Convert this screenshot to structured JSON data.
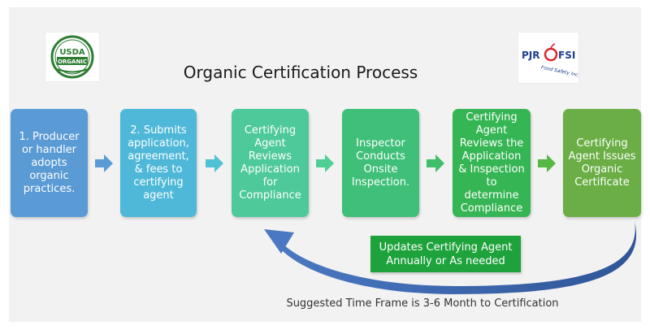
{
  "title": "Organic Certification Process",
  "logos": {
    "usda": {
      "line1": "USDA",
      "line2": "ORGANIC"
    },
    "pjr": {
      "left": "PJR",
      "right": "FSI",
      "tagline": "Food Safety Inc."
    }
  },
  "steps": [
    {
      "label": "1. Producer\nor handler\nadopts\norganic\npractices.",
      "color": "#5b9bd5"
    },
    {
      "label": "2. Submits\napplication,\nagreement,\n& fees to\ncertifying\nagent",
      "color": "#4fb8d8"
    },
    {
      "label": "Certifying\nAgent\nReviews\nApplication\nfor\nCompliance",
      "color": "#4ec99a"
    },
    {
      "label": "Inspector\nConducts\nOnsite\nInspection.",
      "color": "#3fbf78"
    },
    {
      "label": "Certifying\nAgent\nReviews the\nApplication\n& Inspection\nto determine\nCompliance",
      "color": "#35b553"
    },
    {
      "label": "Certifying\nAgent Issues\nOrganic\nCertificate",
      "color": "#6aae45"
    }
  ],
  "arrow_colors": [
    "#5b9bd5",
    "#4fc3d4",
    "#4fcf95",
    "#3fbf6a",
    "#56b845"
  ],
  "update_box": "Updates Certifying Agent\nAnnually or As needed",
  "caption": "Suggested Time Frame is 3-6 Month to Certification",
  "colors": {
    "update_green": "#1ea33c",
    "return_arrow": "#2f5597",
    "usda_green": "#2e7d32"
  }
}
